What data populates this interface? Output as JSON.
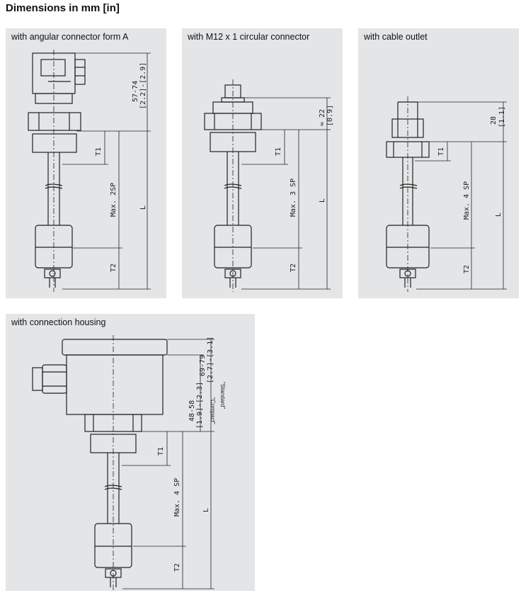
{
  "page": {
    "title": "Dimensions in mm [in]"
  },
  "panels": [
    {
      "id": "angular",
      "title": "with angular connector form A",
      "dims": {
        "top": "57-74",
        "top_in": "[2.2]-[2.9]",
        "t1": "T1",
        "max": "Max. 2SP",
        "t2": "T2",
        "l": "L"
      }
    },
    {
      "id": "m12",
      "title": "with M12 x 1 circular connector",
      "dims": {
        "top": "≈ 22",
        "top_in": "[0.9]",
        "t1": "T1",
        "max": "Max. 3 SP",
        "t2": "T2",
        "l": "L"
      }
    },
    {
      "id": "cable",
      "title": "with cable outlet",
      "dims": {
        "top": "28",
        "top_in": "[1.1]",
        "t1": "T1",
        "max": "Max. 4 SP",
        "t2": "T2",
        "l": "L"
      }
    },
    {
      "id": "housing",
      "title": "with connection housing",
      "dims": {
        "standard": "69-79",
        "standard_in": "[2.7]-[3.1]",
        "standard_label": "\"Standard\"",
        "compact": "48-58",
        "compact_in": "[1.9]-[2.3]",
        "compact_label": "\"Compact\"",
        "t1": "T1",
        "max": "Max. 4 SP",
        "t2": "T2",
        "l": "L"
      }
    }
  ]
}
